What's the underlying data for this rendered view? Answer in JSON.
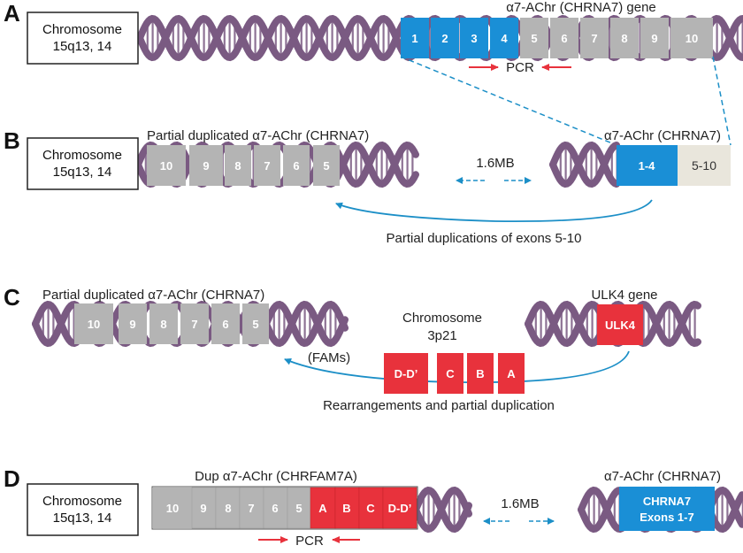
{
  "colors": {
    "dna": "#7a5a82",
    "grey_exon": "#b4b4b4",
    "blue_exon": "#1a8fd6",
    "red_exon": "#e8323c",
    "beige_block": "#e9e6dc",
    "arrow_blue": "#1c8fc7",
    "arrow_red": "#e8323c"
  },
  "panel_a": {
    "letter": "A",
    "chromosome_label": [
      "Chromosome",
      "15q13, 14"
    ],
    "gene_label": "α7-AChr (CHRNA7) gene",
    "exons": [
      "1",
      "2",
      "3",
      "4",
      "5",
      "6",
      "7",
      "8",
      "9",
      "10"
    ],
    "pcr_label": "PCR"
  },
  "panel_b": {
    "letter": "B",
    "chromosome_label": [
      "Chromosome",
      "15q13, 14"
    ],
    "dup_label": "Partial duplicated α7-AChr (CHRNA7)",
    "dup_exons": [
      "10",
      "9",
      "8",
      "7",
      "6",
      "5"
    ],
    "distance_label": "1.6MB",
    "gene_label": "α7-AChr (CHRNA7)",
    "block_1_4": "1-4",
    "block_5_10": "5-10",
    "arc_label": "Partial duplications of exons 5-10"
  },
  "panel_c": {
    "letter": "C",
    "dup_label": "Partial duplicated α7-AChr (CHRNA7)",
    "dup_exons": [
      "10",
      "9",
      "8",
      "7",
      "6",
      "5"
    ],
    "chromosome_label": [
      "Chromosome",
      "3p21"
    ],
    "ulk4_gene_label": "ULK4 gene",
    "ulk4_block": "ULK4",
    "fams_label": "(FAMs)",
    "rearr_exons": [
      "D-D’",
      "C",
      "B",
      "A"
    ],
    "rearr_label": "Rearrangements and partial duplication"
  },
  "panel_d": {
    "letter": "D",
    "chromosome_label": [
      "Chromosome",
      "15q13, 14"
    ],
    "dup_label": "Dup α7-AChr (CHRFAM7A)",
    "grey_exons": [
      "10",
      "9",
      "8",
      "7",
      "6",
      "5"
    ],
    "red_exons": [
      "A",
      "B",
      "C",
      "D-D’"
    ],
    "pcr_label": "PCR",
    "distance_label": "1.6MB",
    "gene_label": "α7-AChr (CHRNA7)",
    "chrna7_block": [
      "CHRNA7",
      "Exons 1-7"
    ]
  }
}
